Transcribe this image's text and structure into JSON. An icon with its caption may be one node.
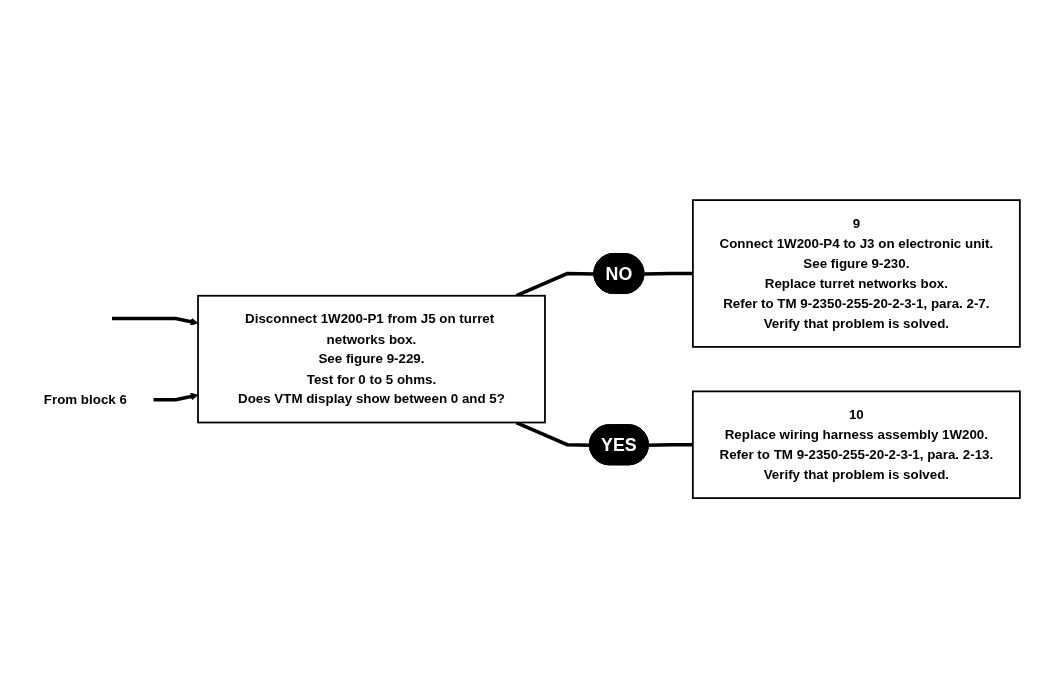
{
  "diagram": {
    "nodes": [
      {
        "text": [
          "From block 6"
        ]
      },
      {
        "text": [
          "Disconnect 1W200-P1 from J5 on turret networks box.",
          "See figure 9-229.",
          "Test for 0 to 5 ohms.",
          "Does VTM display show between 0 and 5?"
        ]
      },
      {
        "text": [
          "NO"
        ]
      },
      {
        "text": [
          "YES"
        ]
      },
      {
        "text": [
          "9",
          "Connect 1W200-P4 to J3 on electronic unit.",
          "See figure 9-230.",
          "Replace turret networks box.",
          "Refer to TM 9-2350-255-20-2-3-1, para. 2-7.",
          "Verify that problem is solved."
        ]
      },
      {
        "text": [
          "10",
          "Replace wiring harness assembly 1W200.",
          "Refer to TM 9-2350-255-20-2-3-1, para. 2-13.",
          "Verify that problem is solved."
        ]
      }
    ],
    "edges": [
      {
        "from": null,
        "to": 1,
        "arrow": "to"
      },
      {
        "from": 0,
        "to": 1,
        "arrow": "to"
      },
      {
        "from": 1,
        "to": 2,
        "arrow": "none"
      },
      {
        "from": 2,
        "to": 4,
        "arrow": "none"
      },
      {
        "from": 1,
        "to": 3,
        "arrow": "none"
      },
      {
        "from": 3,
        "to": 5,
        "arrow": "none"
      }
    ]
  }
}
